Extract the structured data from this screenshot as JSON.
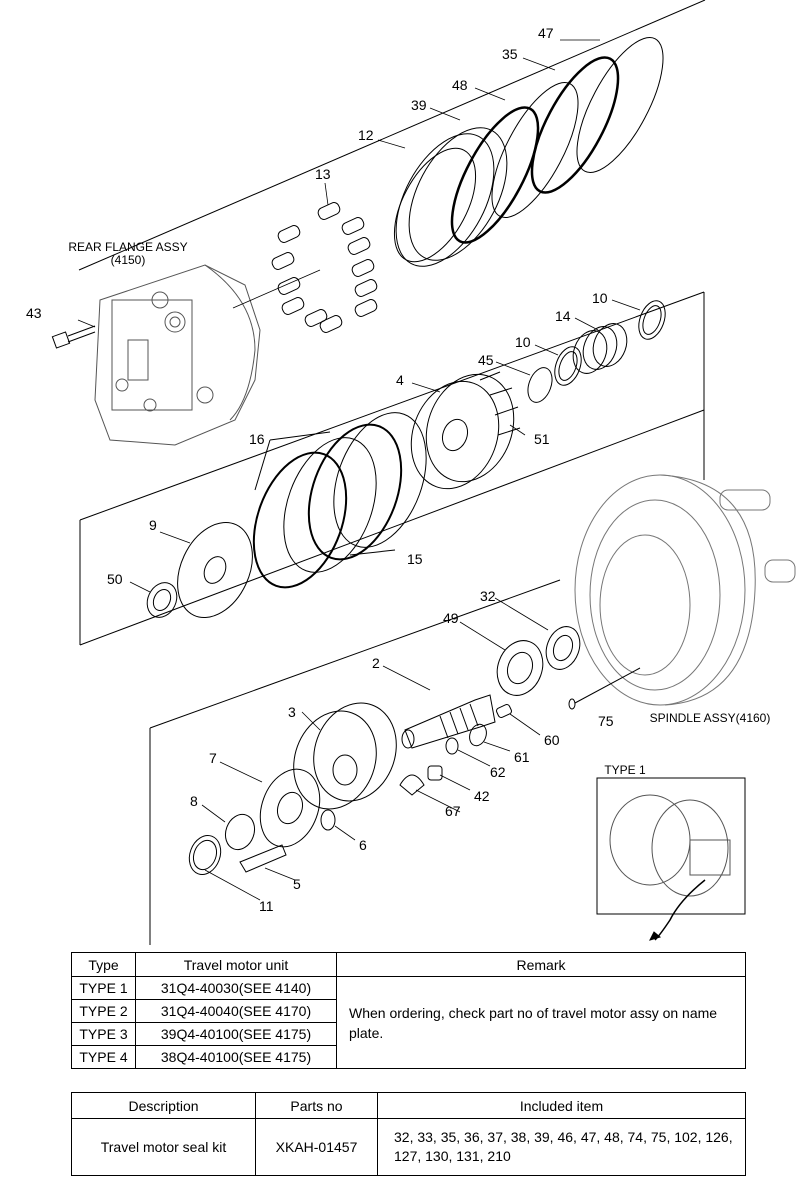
{
  "diagram": {
    "part_labels": {
      "p47": "47",
      "p35": "35",
      "p48": "48",
      "p39": "39",
      "p12": "12",
      "p13": "13",
      "p43": "43",
      "p10a": "10",
      "p14": "14",
      "p10b": "10",
      "p45": "45",
      "p4": "4",
      "p51": "51",
      "p16": "16",
      "p15": "15",
      "p9": "9",
      "p50": "50",
      "p32": "32",
      "p49": "49",
      "p2": "2",
      "p75": "75",
      "p3": "3",
      "p60": "60",
      "p61": "61",
      "p62": "62",
      "p7": "7",
      "p42": "42",
      "p67": "67",
      "p8": "8",
      "p6": "6",
      "p5": "5",
      "p11": "11"
    },
    "captions": {
      "rear_flange_title": "REAR FLANGE ASSY",
      "rear_flange_ref": "(4150)",
      "spindle": "SPINDLE ASSY(4160)",
      "type1": "TYPE 1"
    }
  },
  "type_table": {
    "headers": [
      "Type",
      "Travel motor unit",
      "Remark"
    ],
    "rows": [
      {
        "type": "TYPE 1",
        "unit": "31Q4-40030(SEE 4140)"
      },
      {
        "type": "TYPE 2",
        "unit": "31Q4-40040(SEE 4170)"
      },
      {
        "type": "TYPE 3",
        "unit": "39Q4-40100(SEE 4175)"
      },
      {
        "type": "TYPE 4",
        "unit": "38Q4-40100(SEE 4175)"
      }
    ],
    "remark": "When ordering, check part no of travel motor assy on name plate."
  },
  "kit_table": {
    "headers": [
      "Description",
      "Parts no",
      "Included item"
    ],
    "row": {
      "description": "Travel motor seal kit",
      "parts_no": "XKAH-01457",
      "included": "32, 33, 35, 36, 37, 38, 39, 46, 47, 48, 74, 75, 102, 126, 127, 130, 131, 210"
    }
  }
}
